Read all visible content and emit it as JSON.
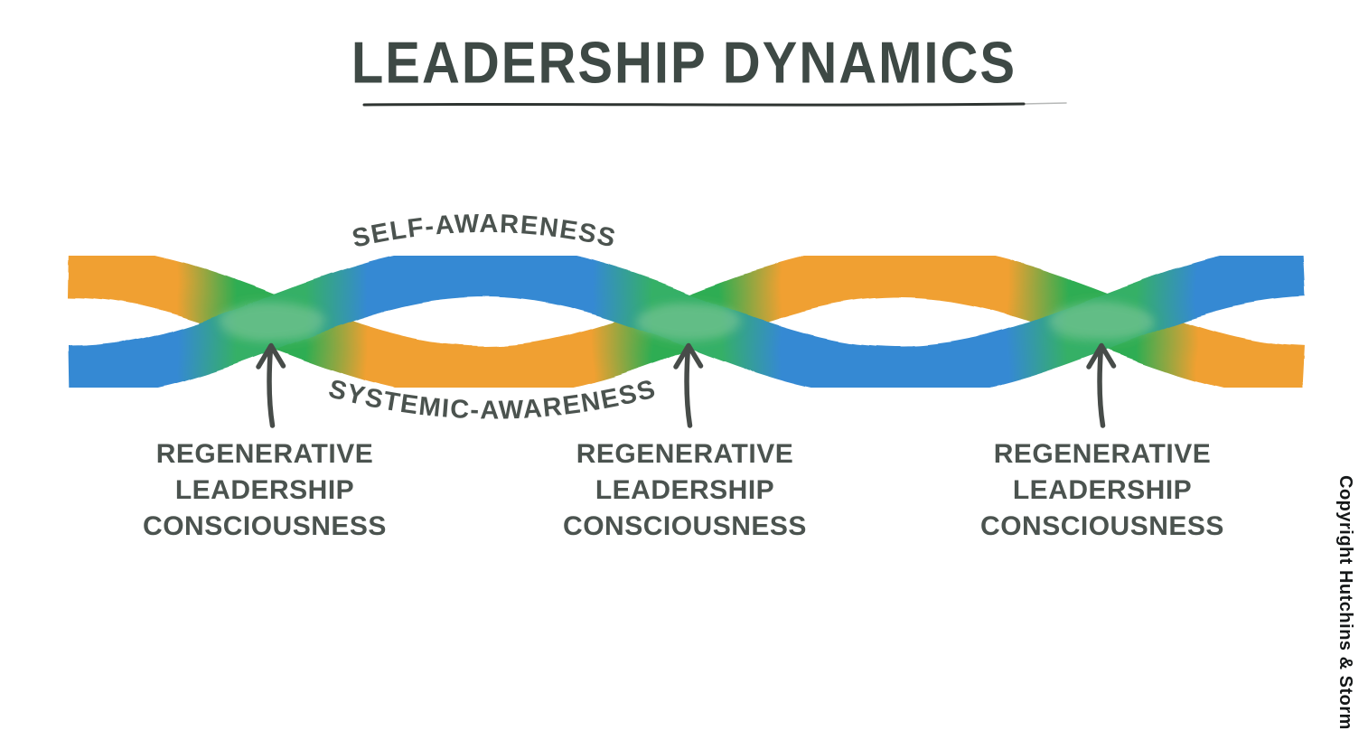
{
  "title": {
    "text": "LEADERSHIP DYNAMICS"
  },
  "ribbons": {
    "self_awareness_label": "SELF-AWARENESS",
    "systemic_awareness_label": "SYSTEMIC-AWARENESS"
  },
  "colors": {
    "self_awareness_blue": "#3489d3",
    "systemic_awareness_orange": "#f0a031",
    "crossing_green": "#2fad52",
    "crossing_blend_sage": "#86c9a0",
    "title_ink": "#3e4945",
    "label_ink": "#4b534f",
    "arrow_ink": "#474c49"
  },
  "crossing_labels": [
    {
      "line1": "REGENERATIVE",
      "line2": "LEADERSHIP",
      "line3": "CONSCIOUSNESS"
    },
    {
      "line1": "REGENERATIVE",
      "line2": "LEADERSHIP",
      "line3": "CONSCIOUSNESS"
    },
    {
      "line1": "REGENERATIVE",
      "line2": "LEADERSHIP",
      "line3": "CONSCIOUSNESS"
    }
  ],
  "copyright": "Copyright Hutchins & Storm"
}
